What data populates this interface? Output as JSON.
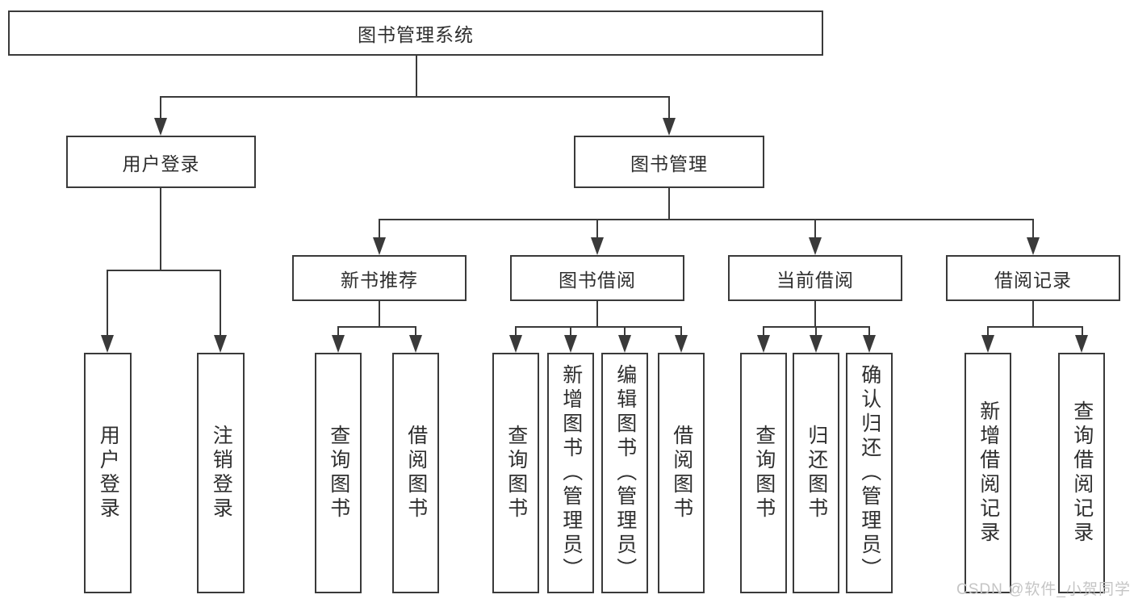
{
  "diagram": {
    "title": {
      "label": "图书管理系统"
    },
    "level2": {
      "user_login": {
        "label": "用户登录"
      },
      "book_management": {
        "label": "图书管理"
      }
    },
    "level3": {
      "new_book_recommend": {
        "label": "新书推荐"
      },
      "book_borrowing": {
        "label": "图书借阅"
      },
      "current_borrowing": {
        "label": "当前借阅"
      },
      "borrowing_records": {
        "label": "借阅记录"
      }
    },
    "leaves": {
      "user_login": [
        "用户登录",
        "注销登录"
      ],
      "new_book_recommend": [
        "查询图书",
        "借阅图书"
      ],
      "book_borrowing": [
        "查询图书",
        "新增图书（管理员）",
        "编辑图书（管理员）",
        "借阅图书"
      ],
      "current_borrowing": [
        "查询图书",
        "归还图书",
        "确认归还（管理员）"
      ],
      "borrowing_records": [
        "新增借阅记录",
        "查询借阅记录"
      ]
    },
    "colors": {
      "line": "#3a3a3a",
      "text": "#2e2e2e",
      "background": "#ffffff",
      "watermark": "#c5c5c5"
    },
    "watermark": {
      "label": "CSDN @软件_小贺同学"
    }
  }
}
